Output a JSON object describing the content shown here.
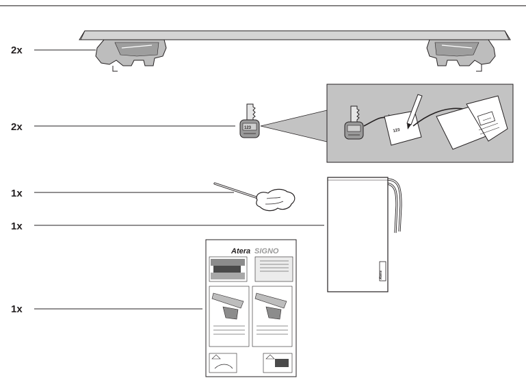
{
  "parts_list": {
    "roof_bars": {
      "qty": "2x",
      "icon": "roof-bar-with-feet"
    },
    "keys": {
      "qty": "2x",
      "key_number": "123",
      "icon": "lock-key"
    },
    "key_note_number": "123",
    "torque_tool": {
      "qty": "1x",
      "icon": "torque-wrench"
    },
    "storage_bag": {
      "qty": "1x",
      "icon": "storage-bag",
      "bag_label": "Atera"
    },
    "manual": {
      "qty": "1x",
      "icon": "instruction-manual",
      "brand": "Atera",
      "product": "SIGNO"
    }
  },
  "colors": {
    "line": "#231f20",
    "panel_gray": "#c3c3c3",
    "bar_gray": "#d4d4d4",
    "foot_gray": "#bdbdbd"
  }
}
